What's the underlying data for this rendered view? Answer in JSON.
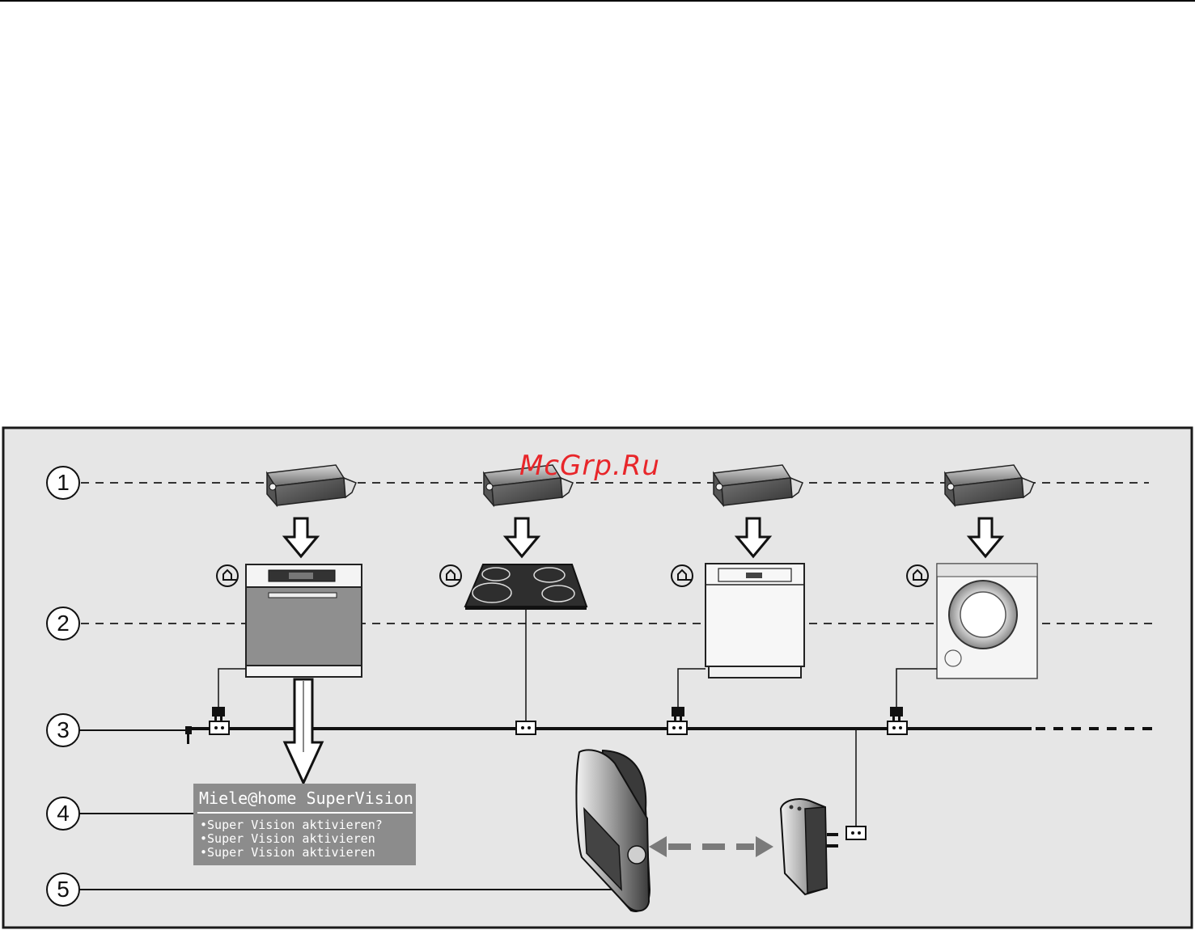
{
  "callouts": [
    "1",
    "2",
    "3",
    "4",
    "5"
  ],
  "watermark": "McGrp.Ru",
  "display_panel": {
    "title": "Miele@home SuperVision",
    "lines": [
      "•Super Vision aktivieren?",
      "•Super Vision aktivieren",
      "•Super Vision aktivieren"
    ]
  },
  "devices": [
    {
      "name": "oven",
      "icon": "miele-home-icon"
    },
    {
      "name": "cooktop",
      "icon": "miele-home-icon"
    },
    {
      "name": "dishwasher",
      "icon": "miele-home-icon"
    },
    {
      "name": "washing-machine",
      "icon": "miele-home-icon"
    }
  ],
  "colors": {
    "background": "#e6e6e6",
    "frame": "#1a1a1a",
    "panel": "#8c8c8c",
    "arrow_dashed": "#7a7a7a"
  }
}
